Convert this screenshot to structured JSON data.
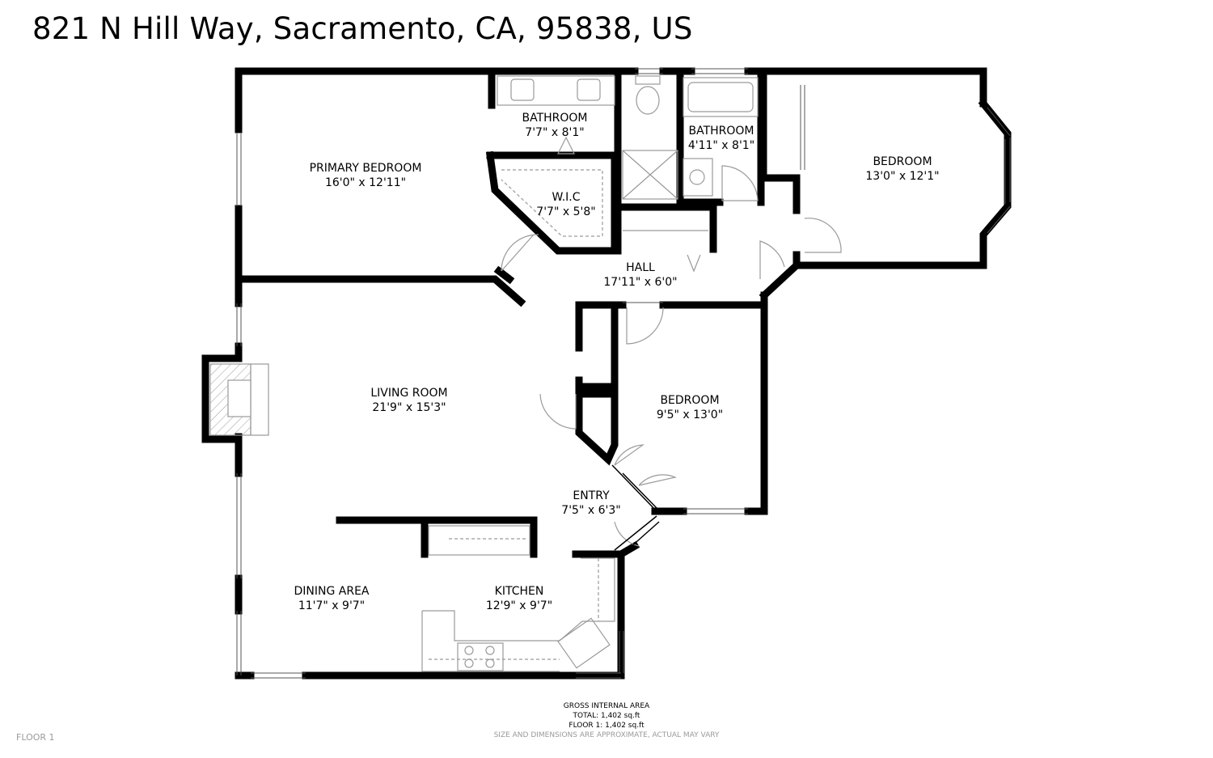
{
  "address": "821 N Hill Way, Sacramento, CA, 95838, US",
  "rooms": [
    {
      "id": "primary-bedroom",
      "name": "PRIMARY BEDROOM",
      "dims": "16'0\" x 12'11\""
    },
    {
      "id": "bathroom-1",
      "name": "BATHROOM",
      "dims": "7'7\" x 8'1\""
    },
    {
      "id": "bathroom-2",
      "name": "BATHROOM",
      "dims": "4'11\" x 8'1\""
    },
    {
      "id": "bedroom-1",
      "name": "BEDROOM",
      "dims": "13'0\" x 12'1\""
    },
    {
      "id": "wic",
      "name": "W.I.C",
      "dims": "7'7\" x 5'8\""
    },
    {
      "id": "hall",
      "name": "HALL",
      "dims": "17'11\" x 6'0\""
    },
    {
      "id": "living-room",
      "name": "LIVING ROOM",
      "dims": "21'9\" x 15'3\""
    },
    {
      "id": "bedroom-2",
      "name": "BEDROOM",
      "dims": "9'5\" x 13'0\""
    },
    {
      "id": "entry",
      "name": "ENTRY",
      "dims": "7'5\" x 6'3\""
    },
    {
      "id": "dining-area",
      "name": "DINING AREA",
      "dims": "11'7\" x 9'7\""
    },
    {
      "id": "kitchen",
      "name": "KITCHEN",
      "dims": "12'9\" x 9'7\""
    }
  ],
  "area_summary": {
    "heading": "GROSS INTERNAL AREA",
    "total": "TOTAL: 1,402 sq.ft",
    "floor": "FLOOR 1: 1,402 sq.ft",
    "note": "SIZE AND DIMENSIONS ARE APPROXIMATE, ACTUAL MAY VARY"
  },
  "floor_label": "FLOOR 1",
  "colors": {
    "wall": "#000000",
    "fixture": "#9a9a9a",
    "note": "#9a9a9a"
  }
}
